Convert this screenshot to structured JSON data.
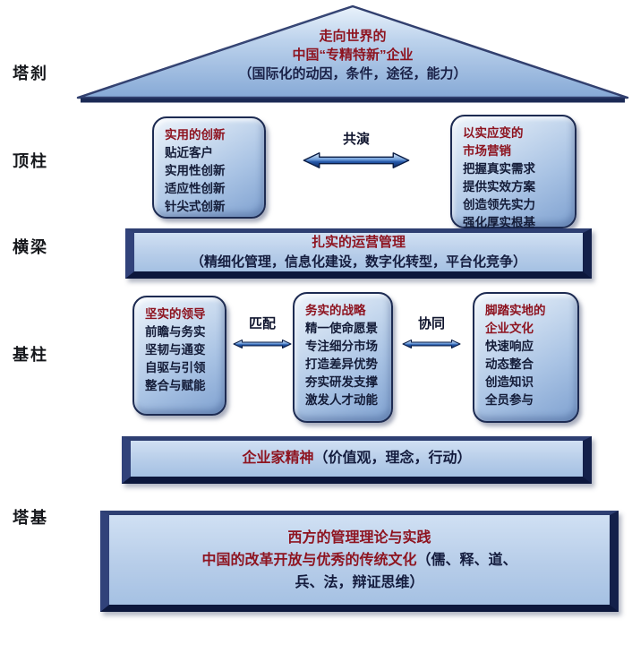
{
  "side_labels": [
    "塔刹",
    "顶柱",
    "横梁",
    "基柱",
    "塔基"
  ],
  "roof": {
    "line1": "走向世界的",
    "line2": "中国“专精特新”企业",
    "line3": "（国际化的动因，条件，途径，能力）"
  },
  "top_row": {
    "innovation_box": {
      "title": "实用的创新",
      "items": [
        "贴近客户",
        "实用性创新",
        "适应性创新",
        "针尖式创新"
      ]
    },
    "connector_label": "共演",
    "marketing_box": {
      "title_line1": "以实应变的",
      "title_line2": "市场营销",
      "items": [
        "把握真实需求",
        "提供实效方案",
        "创造领先实力",
        "强化厚实根基"
      ]
    }
  },
  "operations_bar": {
    "title": "扎实的运营管理",
    "subtitle": "（精细化管理，信息化建设，数字化转型，平台化竞争）"
  },
  "pillar_row": {
    "leadership_box": {
      "title": "坚实的领导",
      "items": [
        "前瞻与务实",
        "坚韧与通变",
        "自驱与引领",
        "整合与赋能"
      ]
    },
    "match_label": "匹配",
    "strategy_box": {
      "title": "务实的战略",
      "items": [
        "精一使命愿景",
        "专注细分市场",
        "打造差异优势",
        "夯实研发支撑",
        "激发人才动能"
      ]
    },
    "synergy_label": "协同",
    "culture_box": {
      "title_line1": "脚踏实地的",
      "title_line2": "企业文化",
      "items": [
        "快速响应",
        "动态整合",
        "创造知识",
        "全员参与"
      ]
    }
  },
  "entrepreneurship_bar": {
    "title_red": "企业家精神",
    "title_dark": "（价值观，理念，行动）"
  },
  "foundation_bar": {
    "line1": "西方的管理理论与实践",
    "line2_red": "中国的改革开放与优秀的传统文化",
    "line2_dark": "（儒、释、道、",
    "line3": "兵、法，辩证思维）"
  },
  "colors": {
    "title_red": "#8e1420",
    "body_dark": "#141c38",
    "box_border": "#1d2b52",
    "box_fill_light": "#d5e3f3",
    "box_fill_dark": "#7fa1d0",
    "arrow_dark": "#0d2a63"
  }
}
